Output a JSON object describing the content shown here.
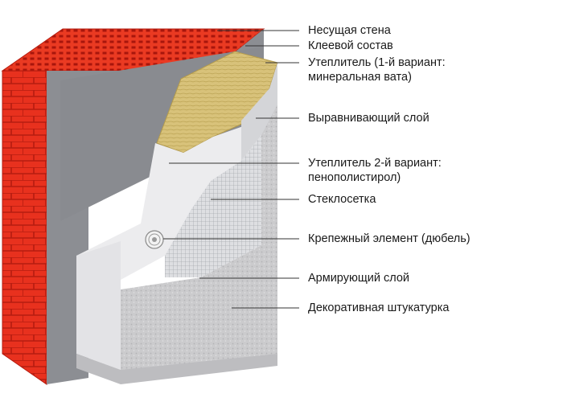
{
  "colors": {
    "brick": "#e8311e",
    "mortar": "#b51c10",
    "glue": "#8c8e93",
    "mineral_wool": "#d8c27a",
    "polystyrene": "#ececee",
    "plaster": "#c9c9cb",
    "leader": "#333333"
  },
  "labels": [
    {
      "id": "wall",
      "lines": [
        "Несущая стена"
      ]
    },
    {
      "id": "glue",
      "lines": [
        "Клеевой состав"
      ]
    },
    {
      "id": "wool",
      "lines": [
        "Утеплитель (1-й вариант:",
        "минеральная вата)"
      ]
    },
    {
      "id": "level",
      "lines": [
        "Выравнивающий слой"
      ]
    },
    {
      "id": "foam",
      "lines": [
        "Утеплитель 2-й вариант:",
        "пенополистирол)"
      ]
    },
    {
      "id": "mesh",
      "lines": [
        "Стеклосетка"
      ]
    },
    {
      "id": "dowel",
      "lines": [
        "Крепежный элемент (дюбель)"
      ]
    },
    {
      "id": "reinforce",
      "lines": [
        "Армирующий слой"
      ]
    },
    {
      "id": "deco",
      "lines": [
        "Декоративная штукатурка"
      ]
    }
  ]
}
